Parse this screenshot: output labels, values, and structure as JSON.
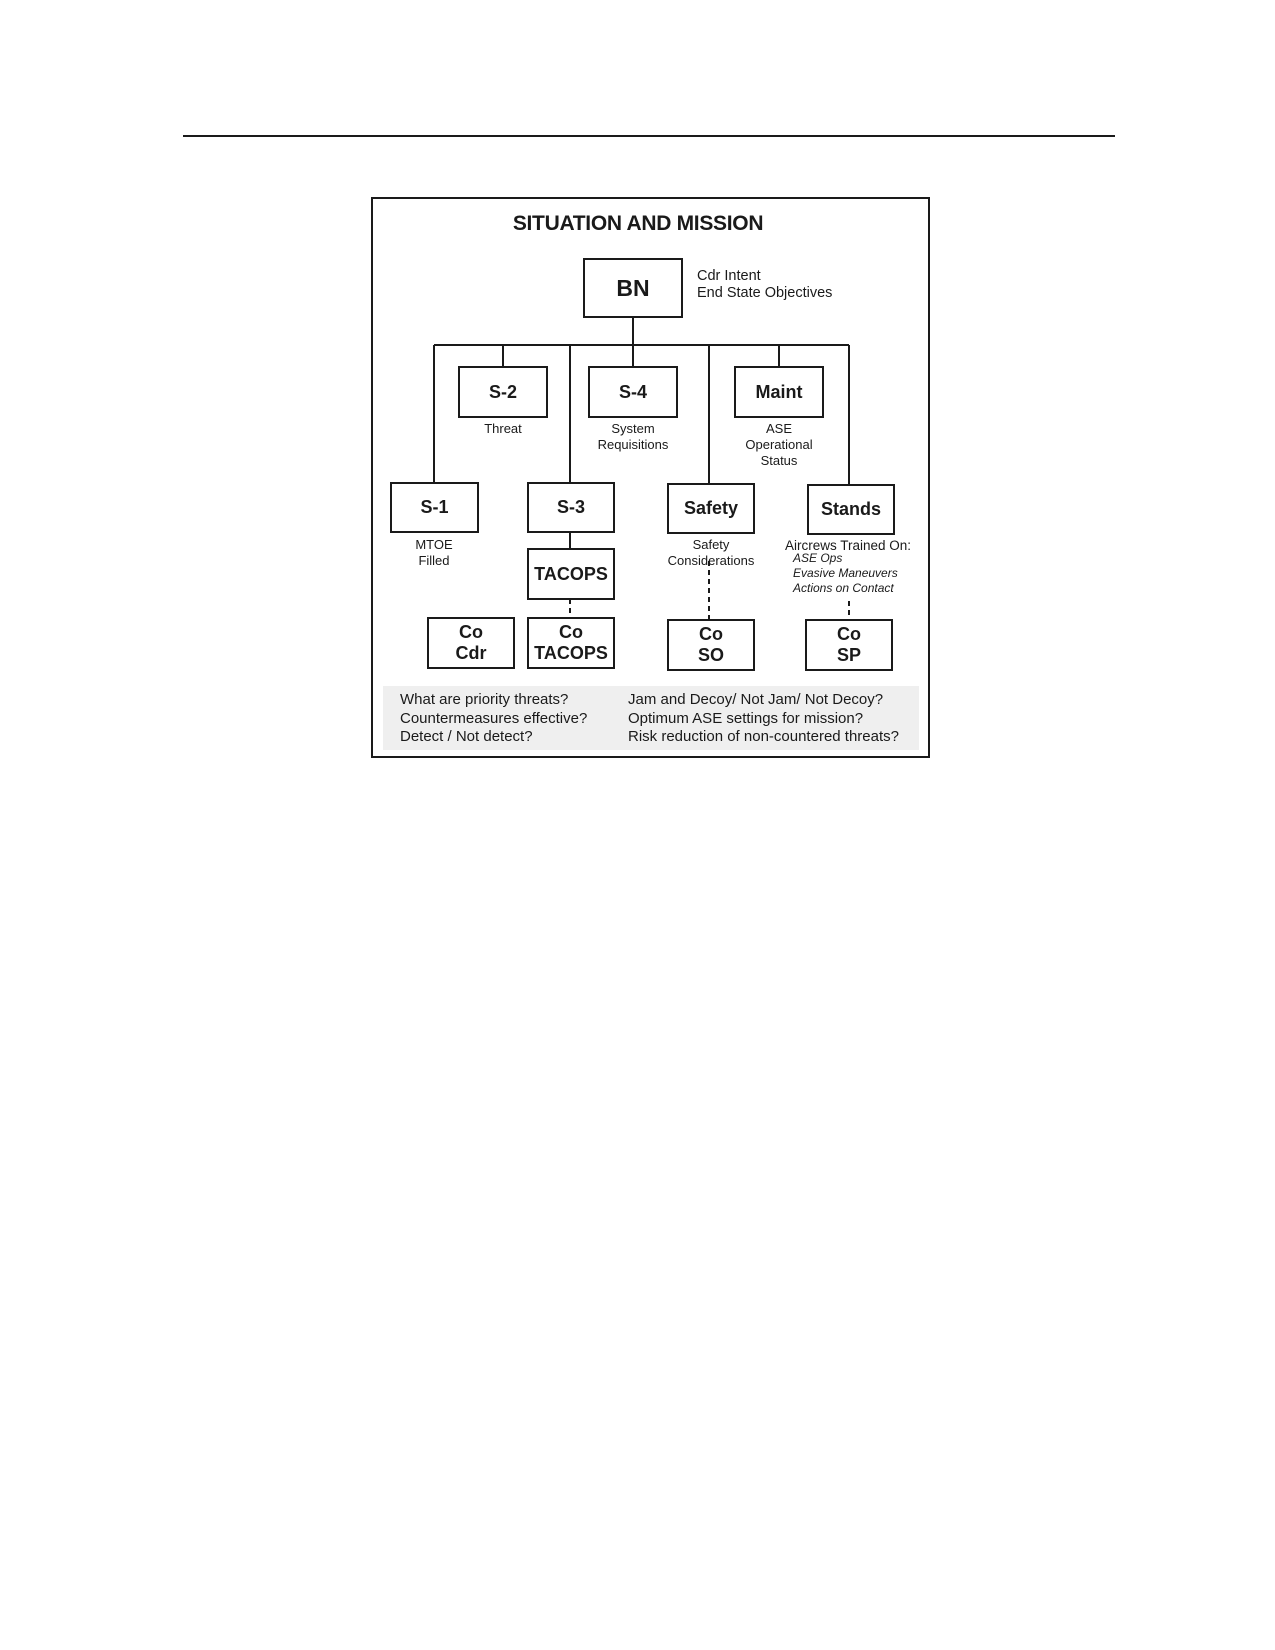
{
  "figure": {
    "title": "SITUATION AND MISSION",
    "nodes": {
      "bn": {
        "label": "BN",
        "note": "Cdr Intent\nEnd State Objectives"
      },
      "s2": {
        "label": "S-2",
        "note": "Threat"
      },
      "s4": {
        "label": "S-4",
        "note": "System\nRequisitions"
      },
      "maint": {
        "label": "Maint",
        "note": "ASE\nOperational\nStatus"
      },
      "s1": {
        "label": "S-1",
        "note": "MTOE\nFilled"
      },
      "s3": {
        "label": "S-3"
      },
      "tacops": {
        "label": "TACOPS"
      },
      "safety": {
        "label": "Safety",
        "note": "Safety\nConsiderations"
      },
      "stands": {
        "label": "Stands",
        "note": "Aircrews Trained On:",
        "items": "ASE Ops\nEvasive Maneuvers\nActions on Contact"
      },
      "co_cdr": {
        "label": "Co\nCdr"
      },
      "co_tacops": {
        "label": "Co\nTACOPS"
      },
      "co_so": {
        "label": "Co\nSO"
      },
      "co_sp": {
        "label": "Co\nSP"
      }
    },
    "questions": {
      "left": "What are priority threats?\nCountermeasures effective?\nDetect / Not detect?",
      "right": "Jam and Decoy/ Not Jam/ Not Decoy?\nOptimum ASE settings for mission?\nRisk reduction of non-countered threats?"
    }
  }
}
